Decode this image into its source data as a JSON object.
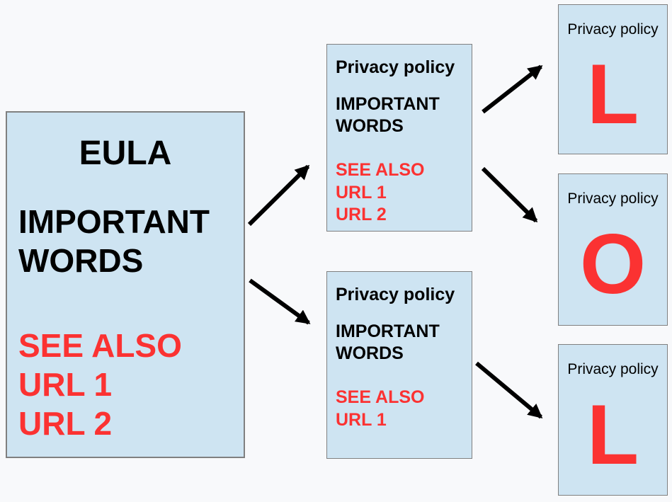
{
  "diagram": {
    "description": "EULA privacy-policy reference chain meme",
    "colors": {
      "background": "#f8f9fb",
      "box_fill": "#cee4f2",
      "box_border": "#808080",
      "emphasis_red": "#fb3232",
      "text_black": "#000000",
      "arrow_black": "#000000"
    },
    "nodes": {
      "eula": {
        "title": "EULA",
        "body_lines": [
          "IMPORTANT",
          "WORDS"
        ],
        "see_also_lines": [
          "SEE ALSO",
          "URL 1",
          "URL 2"
        ]
      },
      "privacy_top": {
        "title": "Privacy policy",
        "body_lines": [
          "IMPORTANT",
          "WORDS"
        ],
        "see_also_lines": [
          "SEE ALSO",
          "URL 1",
          "URL 2"
        ]
      },
      "privacy_bottom": {
        "title": "Privacy policy",
        "body_lines": [
          "IMPORTANT",
          "WORDS"
        ],
        "see_also_lines": [
          "SEE ALSO",
          "URL 1"
        ]
      },
      "lol_1": {
        "title": "Privacy policy",
        "big_letter": "L"
      },
      "lol_2": {
        "title": "Privacy policy",
        "big_letter": "O"
      },
      "lol_3": {
        "title": "Privacy policy",
        "big_letter": "L"
      }
    },
    "edges": [
      {
        "from": "eula",
        "to": "privacy_top"
      },
      {
        "from": "eula",
        "to": "privacy_bottom"
      },
      {
        "from": "privacy_top",
        "to": "lol_1"
      },
      {
        "from": "privacy_top",
        "to": "lol_2"
      },
      {
        "from": "privacy_bottom",
        "to": "lol_3"
      }
    ]
  }
}
